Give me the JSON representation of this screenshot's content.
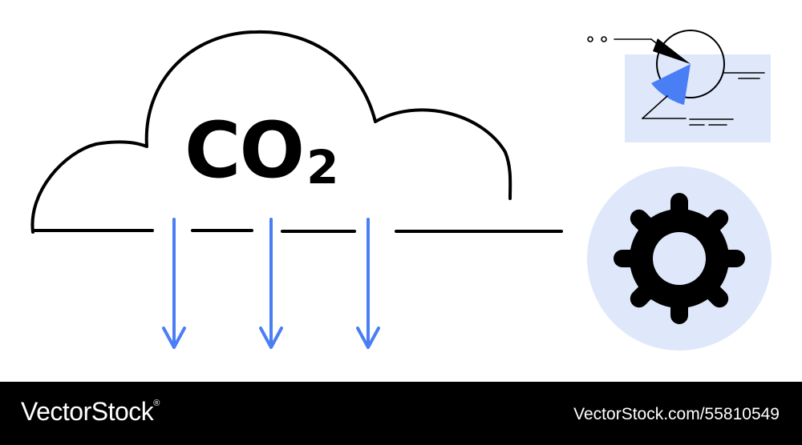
{
  "illustration": {
    "co2": {
      "main": "CO",
      "subscript": "2"
    },
    "colors": {
      "stroke": "#000000",
      "accent_blue": "#4a7ef5",
      "light_blue_panel": "#dfe8fb",
      "background": "#ffffff"
    },
    "icons": [
      "cloud-icon",
      "down-arrow-icon",
      "pie-chart-icon",
      "gear-icon"
    ]
  },
  "footer": {
    "brand": "VectorStock",
    "registered_mark": "®",
    "stock_id": "VectorStock.com/55810549",
    "background": "#000000",
    "text_color": "#ffffff"
  }
}
